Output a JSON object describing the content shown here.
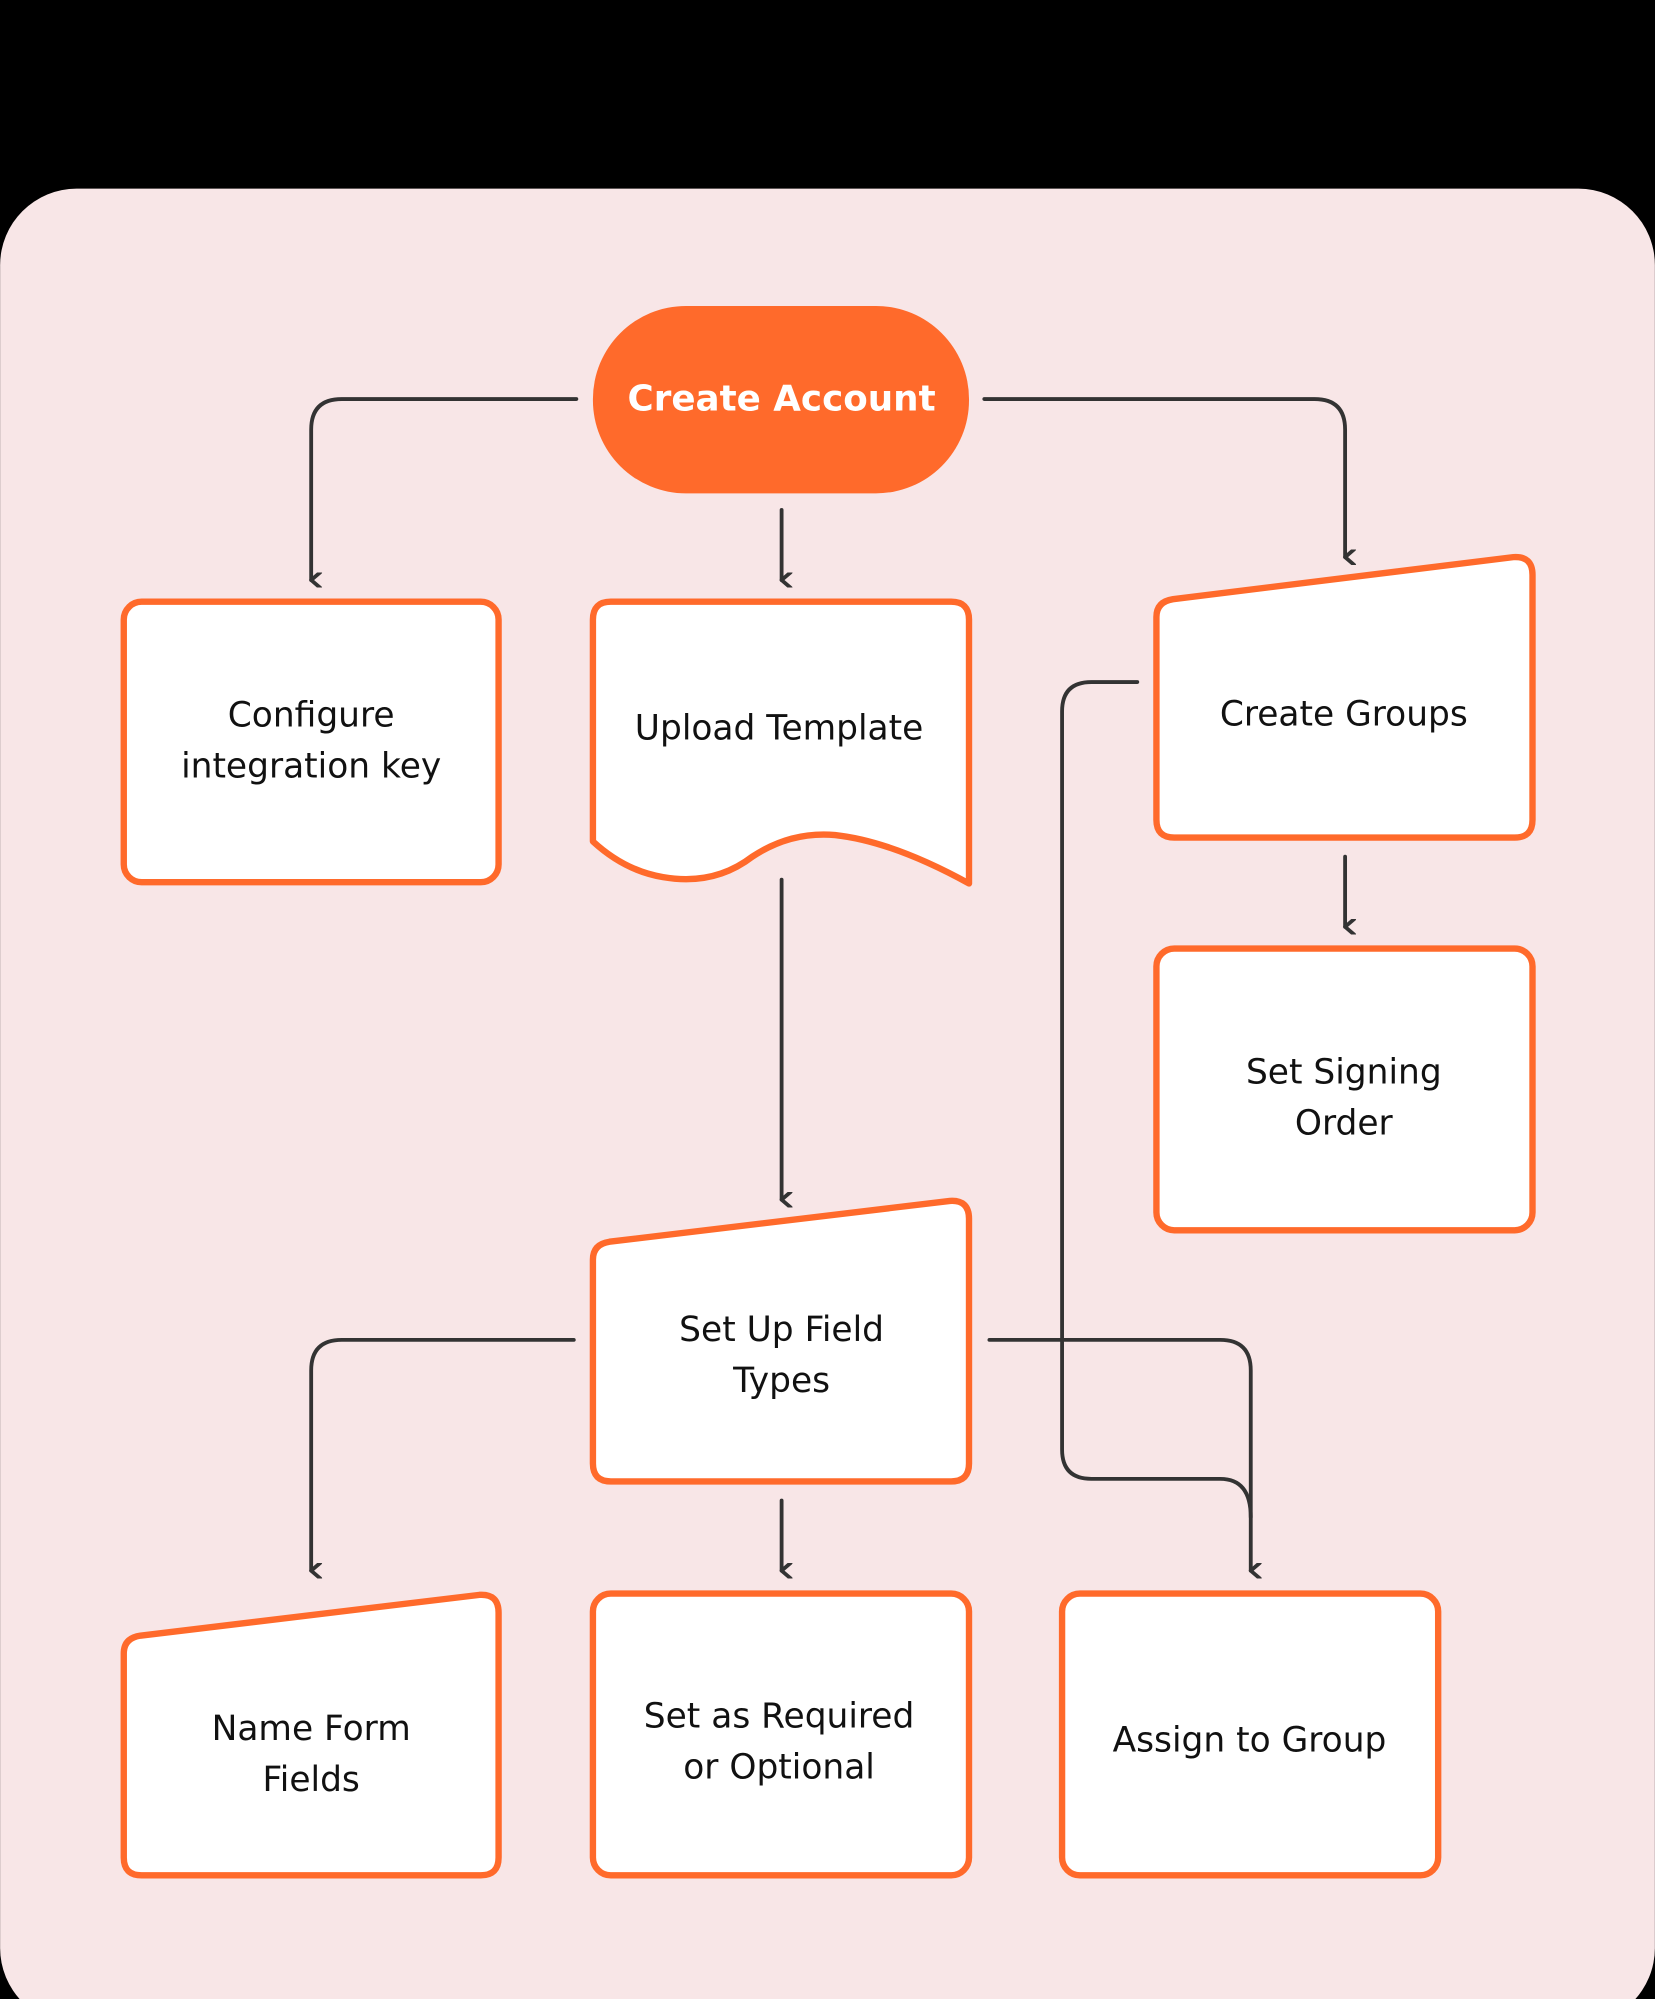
{
  "diagram": {
    "colors": {
      "background": "#000000",
      "card": "#f8e6e7",
      "accent": "#ff6a2b",
      "node_fill": "#ffffff",
      "edge": "#333333",
      "text": "#111111"
    },
    "nodes": {
      "create_account": {
        "label": "Create Account",
        "shape": "terminator"
      },
      "configure_key": {
        "lines": [
          "Configure",
          "integration key"
        ],
        "shape": "process"
      },
      "upload_template": {
        "lines": [
          "Upload Template"
        ],
        "shape": "document"
      },
      "create_groups": {
        "lines": [
          "Create Groups"
        ],
        "shape": "manual-input"
      },
      "set_signing_order": {
        "lines": [
          "Set Signing",
          "Order"
        ],
        "shape": "process"
      },
      "set_up_field_types": {
        "lines": [
          "Set Up Field",
          "Types"
        ],
        "shape": "manual-input"
      },
      "name_form_fields": {
        "lines": [
          "Name Form",
          "Fields"
        ],
        "shape": "manual-input"
      },
      "set_required_optional": {
        "lines": [
          "Set as Required",
          "or Optional"
        ],
        "shape": "process"
      },
      "assign_to_group": {
        "lines": [
          "Assign to Group"
        ],
        "shape": "process"
      }
    },
    "edges": [
      {
        "from": "Create Account",
        "to": "Configure integration key"
      },
      {
        "from": "Create Account",
        "to": "Upload Template"
      },
      {
        "from": "Create Account",
        "to": "Create Groups"
      },
      {
        "from": "Create Groups",
        "to": "Set Signing Order"
      },
      {
        "from": "Create Groups",
        "to": "Assign to Group"
      },
      {
        "from": "Upload Template",
        "to": "Set Up Field Types"
      },
      {
        "from": "Set Up Field Types",
        "to": "Name Form Fields"
      },
      {
        "from": "Set Up Field Types",
        "to": "Set as Required or Optional"
      },
      {
        "from": "Set Up Field Types",
        "to": "Assign to Group"
      }
    ]
  }
}
